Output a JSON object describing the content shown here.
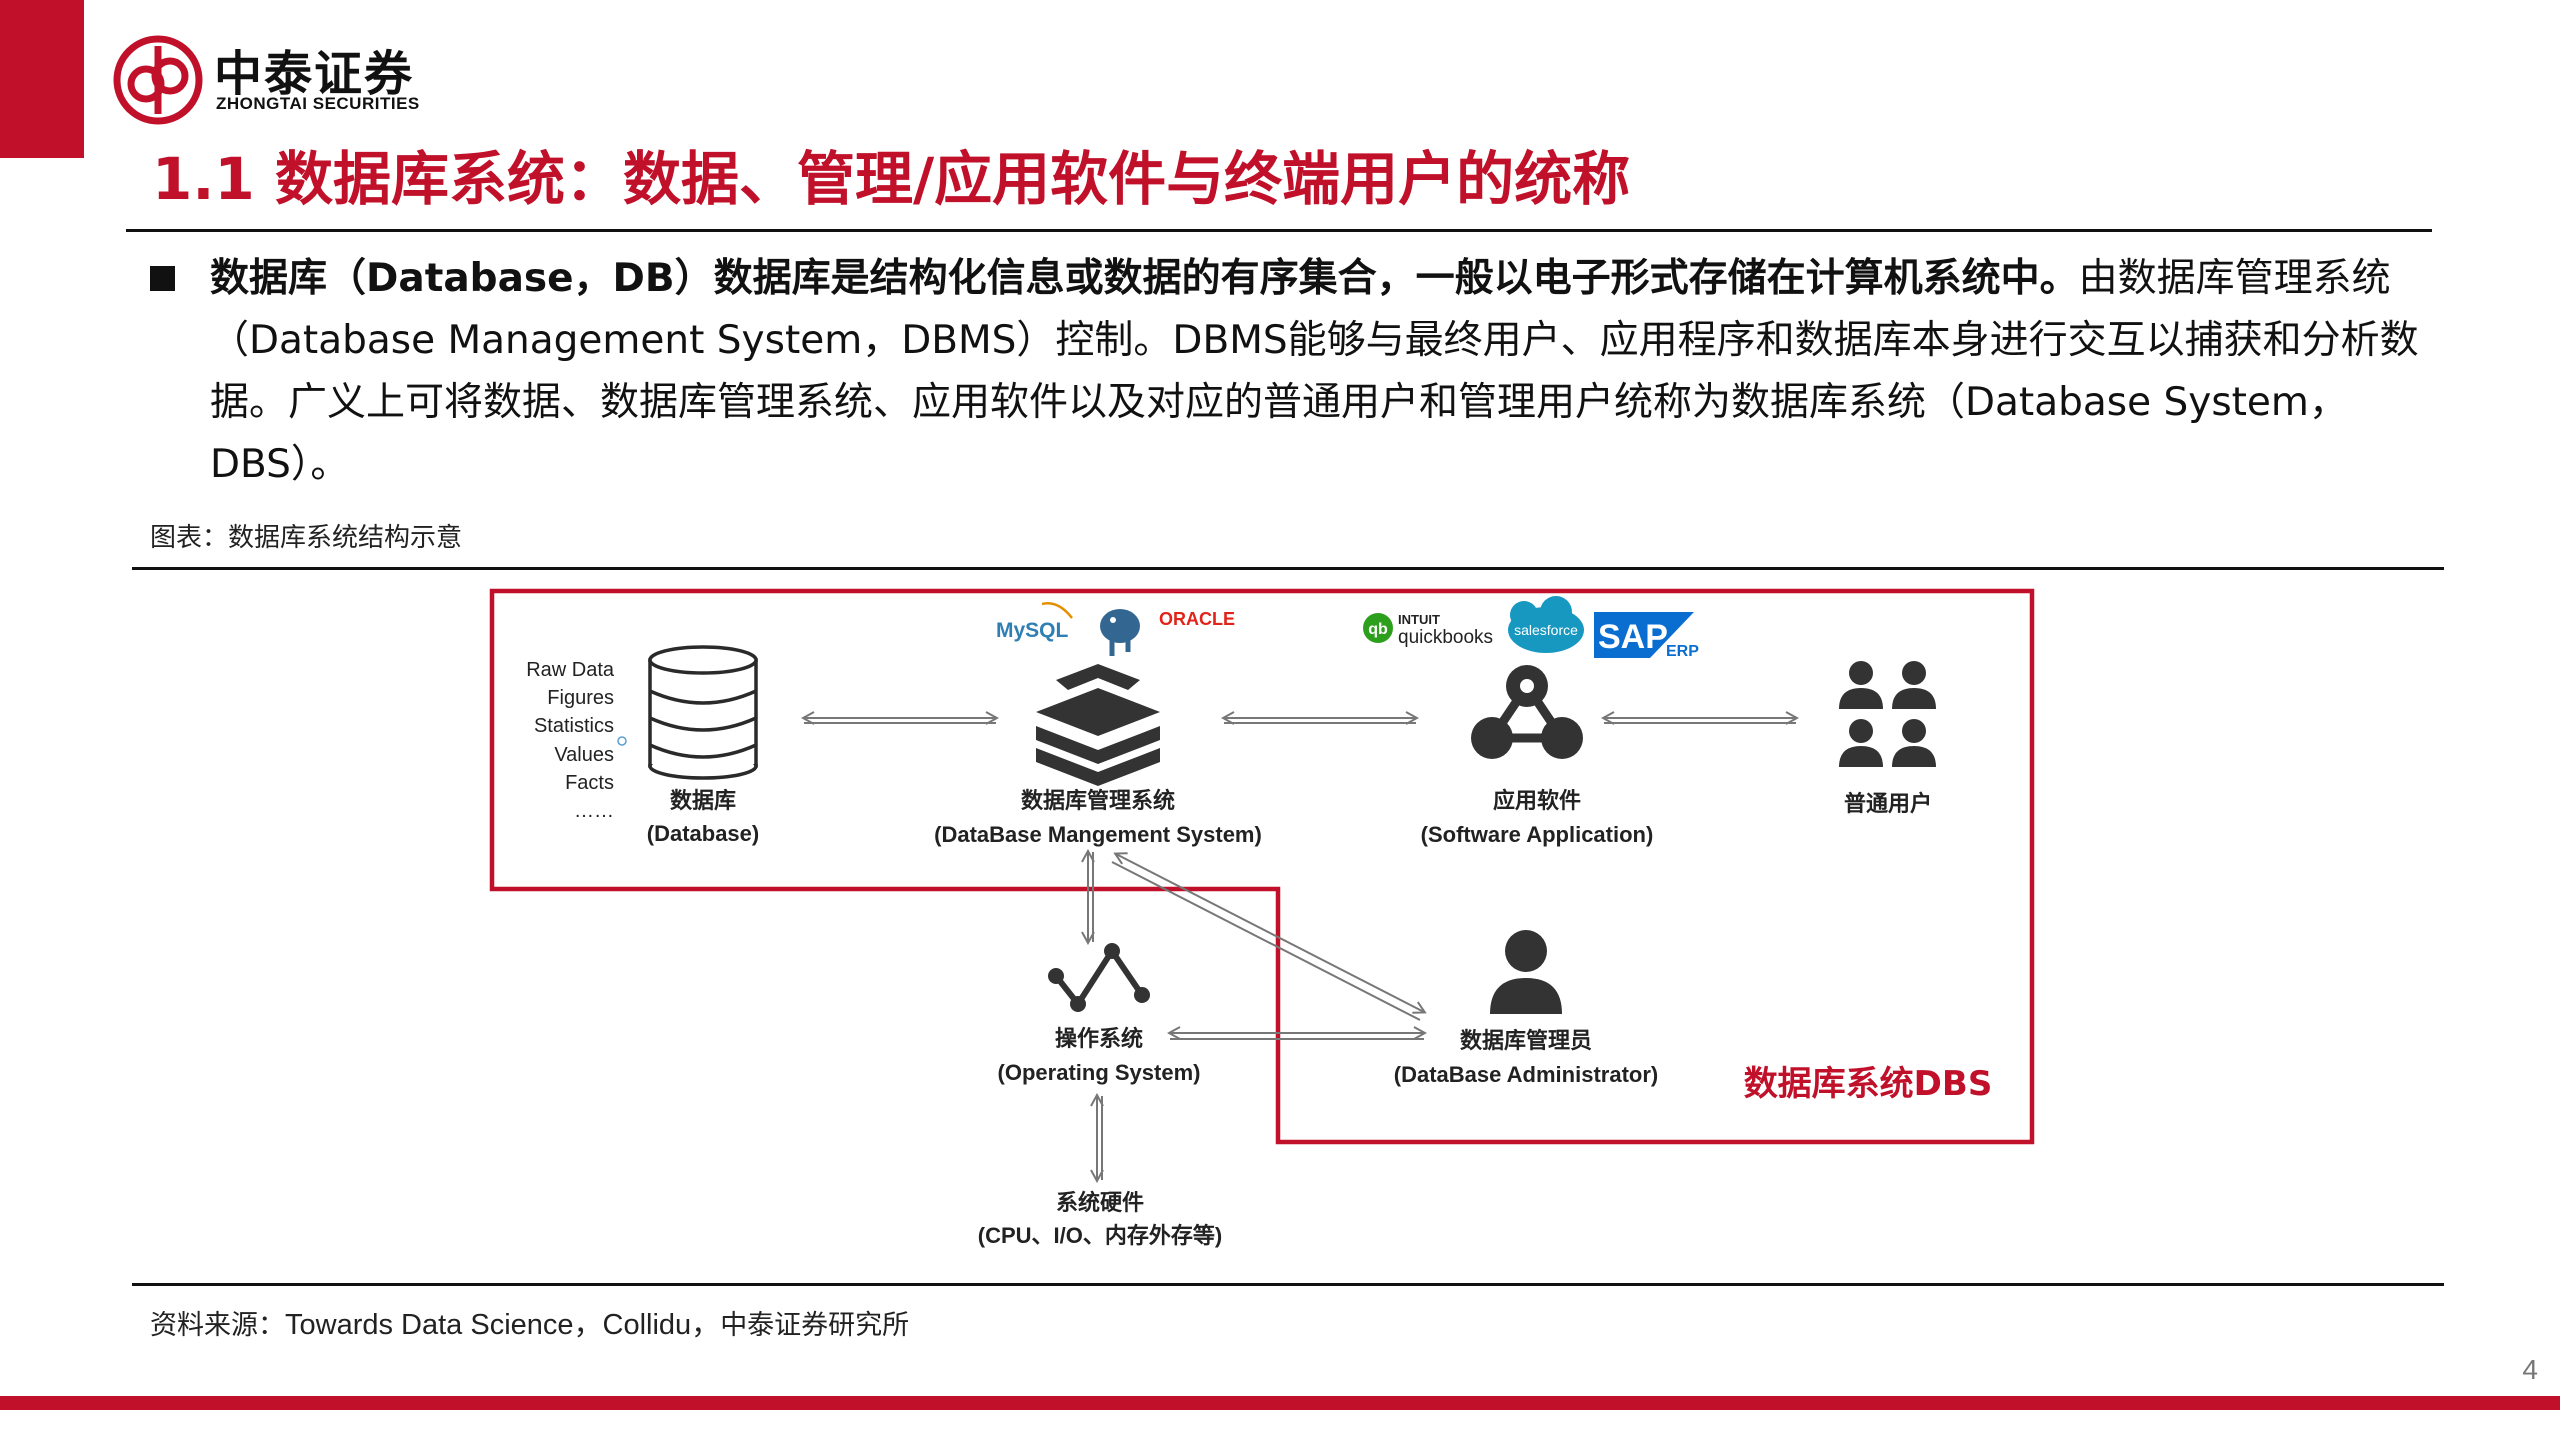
{
  "brand": {
    "name_cn": "中泰证券",
    "name_en": "ZHONGTAI SECURITIES",
    "color": "#c0102a"
  },
  "slide": {
    "title": "1.1 数据库系统：数据、管理/应用软件与终端用户的统称",
    "page_number": "4"
  },
  "intro": {
    "bold_lead": "数据库（Database，DB）数据库是结构化信息或数据的有序集合，一般以电子形式存储在计算机系统中。",
    "body": "由数据库管理系统（Database Management System，DBMS）控制。DBMS能够与最终用户、应用程序和数据库本身进行交互以捕获和分析数据。广义上可将数据、数据库管理系统、应用软件以及对应的普通用户和管理用户统称为数据库系统（Database System，DBS）。"
  },
  "figure": {
    "caption": "图表：数据库系统结构示意",
    "raw_items": [
      "Raw Data",
      "Figures",
      "Statistics",
      "Values",
      "Facts",
      "……"
    ],
    "nodes": {
      "database": {
        "cn": "数据库",
        "en": "(Database)",
        "icon": "database-cylinder-icon"
      },
      "dbms": {
        "cn": "数据库管理系统",
        "en": "(DataBase Mangement System)",
        "icon": "stacked-layers-icon"
      },
      "app": {
        "cn": "应用软件",
        "en": "(Software Application)",
        "icon": "network-triangle-icon"
      },
      "users": {
        "cn": "普通用户",
        "icon": "user-group-icon"
      },
      "os": {
        "cn": "操作系统",
        "en": "(Operating System)",
        "icon": "zigzag-network-icon"
      },
      "dba": {
        "cn": "数据库管理员",
        "en": "(DataBase Administrator)",
        "icon": "person-icon"
      },
      "hardware": {
        "cn": "系统硬件",
        "en": "(CPU、I/O、内存外存等)"
      }
    },
    "dbms_logos": {
      "mysql": "MySQL",
      "postgres_icon": "elephant-icon",
      "oracle": "ORACLE"
    },
    "app_logos": {
      "intuit": "INTUIT",
      "quickbooks": "quickbooks",
      "salesforce": "salesforce",
      "sap": "SAP",
      "erp": "ERP"
    },
    "dbs_label": "数据库系统DBS",
    "border_color": "#c0102a"
  },
  "source": {
    "prefix": "资料来源：",
    "latin": "Towards Data Science，Collidu，",
    "suffix": "中泰证券研究所"
  }
}
